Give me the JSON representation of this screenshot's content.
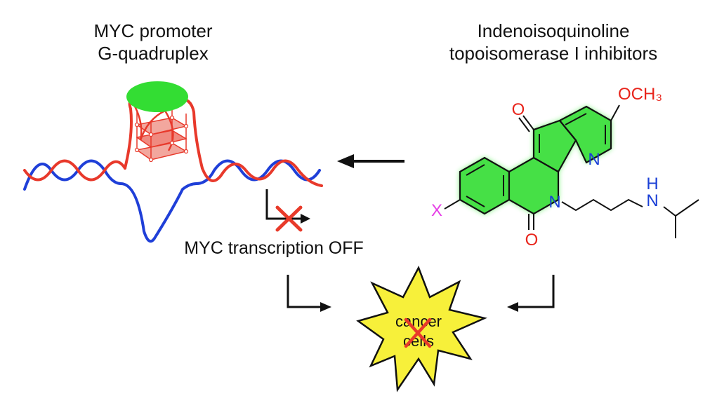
{
  "left_title": {
    "line1": "MYC promoter",
    "line2": "G-quadruplex"
  },
  "right_title": {
    "line1": "Indenoisoquinoline",
    "line2": "topoisomerase I inhibitors"
  },
  "transcription_label": "MYC transcription OFF",
  "cancer_label": {
    "line1": "cancer",
    "line2": "cells"
  },
  "molecule_atoms": {
    "methoxy": "OCH₃",
    "ketone_oxygen": "O",
    "pyridine_n": "N",
    "lactam_n": "N",
    "lactam_oxygen": "O",
    "amine_h": "H",
    "amine_n": "N",
    "substituent_x": "X"
  },
  "colors": {
    "dna_strand_a": "#e8392b",
    "dna_strand_b": "#1f3fd8",
    "ligand_green": "#33dd33",
    "molecule_glow": "#5cf05c",
    "oxygen_red": "#e8241b",
    "nitrogen_blue": "#1a3fd6",
    "x_magenta": "#e63fe6",
    "starburst_yellow": "#f7f03a",
    "cross_red": "#e83a2a",
    "arrow": "#111111"
  }
}
